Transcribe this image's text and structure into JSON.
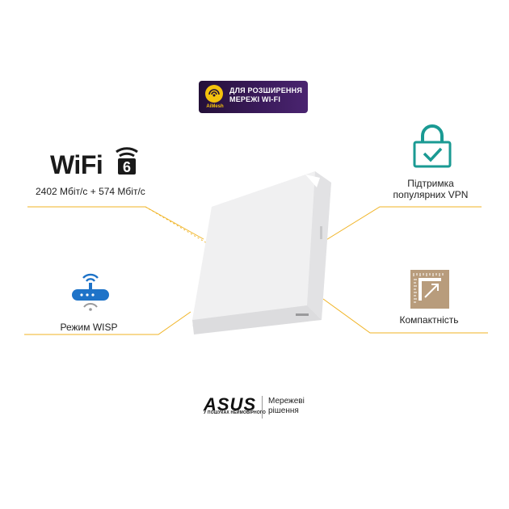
{
  "badge": {
    "brand": "AiMesh",
    "line1": "ДЛЯ РОЗШИРЕННЯ",
    "line2": "МЕРЕЖІ WI-FI"
  },
  "wifi": {
    "logo_text": "WiFi",
    "logo_number": "6",
    "speed": "2402 Мбіт/с + 574 Мбіт/с"
  },
  "features": {
    "vpn_line1": "Підтримка",
    "vpn_line2": "популярних VPN",
    "wisp": "Режим WISP",
    "compact": "Компактність"
  },
  "footer": {
    "brand": "ASUS",
    "tagline": "У ПОШУКАХ НЕЙМОВІРНОГО",
    "text_line1": "Мережеві",
    "text_line2": "рішення"
  },
  "colors": {
    "accent_line": "#f0b323",
    "bg": "#ffffff",
    "icon_teal": "#1a9a93",
    "icon_blue": "#1e73c8",
    "icon_tan": "#b89c7c",
    "badge_purple": "#3a1a5a"
  }
}
